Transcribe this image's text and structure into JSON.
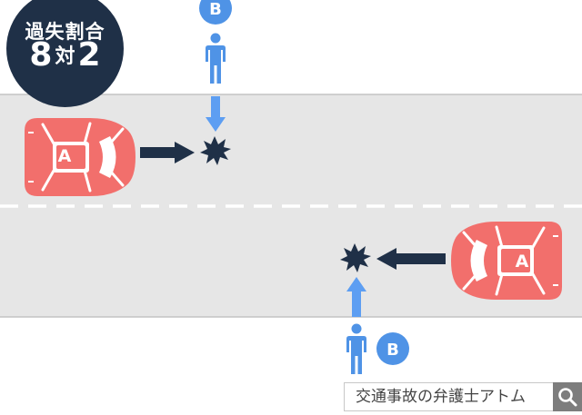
{
  "badge": {
    "title": "過失割合",
    "ratio_a": "8",
    "ratio_sep": "対",
    "ratio_b": "2"
  },
  "labels": {
    "car": "A",
    "pedestrian": "B"
  },
  "colors": {
    "road": "#e6e6e6",
    "car": "#f26f6c",
    "pedestrian": "#4f93e6",
    "arrow_car": "#1f3047",
    "arrow_pedestrian": "#5d9ef2",
    "badge": "#1f3047",
    "impact": "#1f3047"
  },
  "search": {
    "text": "交通事故の弁護士アトム",
    "icon": "search-icon"
  }
}
